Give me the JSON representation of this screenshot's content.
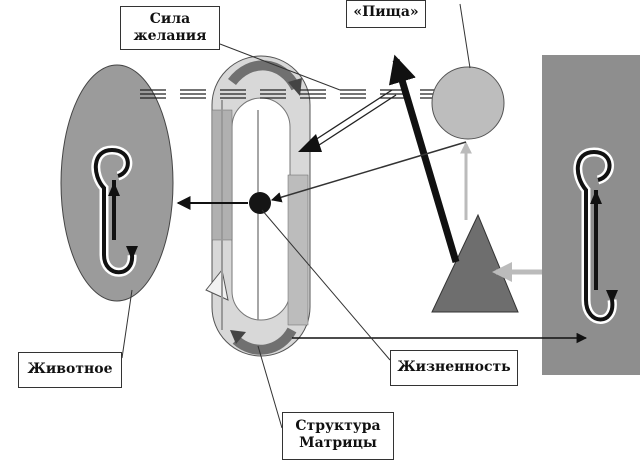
{
  "labels": {
    "sila": [
      "Сила",
      "желания"
    ],
    "pischa": "«Пища»",
    "zhivotnoe": "Животное",
    "zhiznennost": "Жизненность",
    "struktura": [
      "Структура",
      "Матрицы"
    ]
  },
  "colors": {
    "ellipse_fill": "#9b9b9b",
    "panel_fill": "#8e8e8e",
    "circle_fill": "#bdbdbd",
    "triangle_fill": "#6e6e6e",
    "dark": "#1a1a1a"
  }
}
